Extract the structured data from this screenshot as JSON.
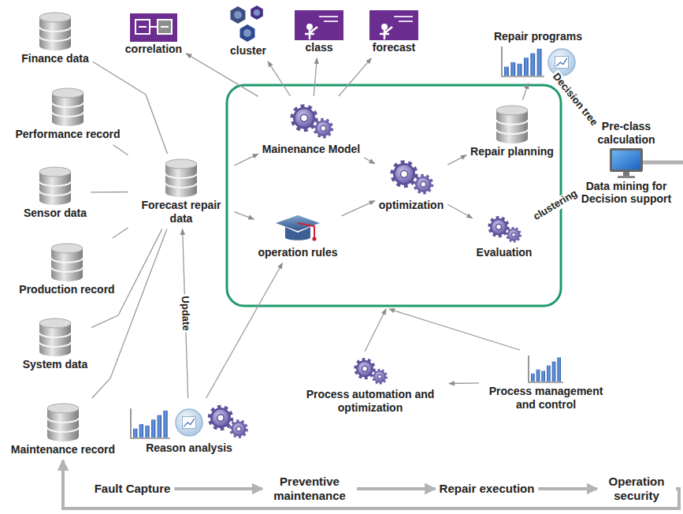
{
  "diagram": {
    "nodes": [
      {
        "text": [
          "Finance  data"
        ]
      },
      {
        "text": [
          "correlation"
        ]
      },
      {
        "text": [
          "cluster"
        ]
      },
      {
        "text": [
          "class"
        ]
      },
      {
        "text": [
          "forecast"
        ]
      },
      {
        "text": [
          "Repair programs"
        ]
      },
      {
        "text": [
          "Performance record"
        ]
      },
      {
        "text": [
          "Mainenance Model"
        ]
      },
      {
        "text": [
          "Repair planning"
        ]
      },
      {
        "text": [
          "Pre-class calculation",
          "Data mining for Decision support"
        ]
      },
      {
        "text": [
          "Sensor data"
        ]
      },
      {
        "text": [
          "Forecast repair data"
        ]
      },
      {
        "text": [
          "optimization"
        ]
      },
      {
        "text": [
          "operation rules"
        ]
      },
      {
        "text": [
          "Evaluation"
        ]
      },
      {
        "text": [
          "Production  record"
        ]
      },
      {
        "text": [
          "System data"
        ]
      },
      {
        "text": [
          "Process automation and optimization"
        ]
      },
      {
        "text": [
          "Process management and control"
        ]
      },
      {
        "text": [
          "Maintenance record"
        ]
      },
      {
        "text": [
          "Reason analysis"
        ]
      },
      {
        "text": [
          "Fault Capture"
        ]
      },
      {
        "text": [
          "Preventive maintenance"
        ]
      },
      {
        "text": [
          "Repair execution"
        ]
      },
      {
        "text": [
          "Operation security"
        ]
      }
    ],
    "edges": [
      {
        "from": 0,
        "to": 11,
        "arrow": "none"
      },
      {
        "from": 6,
        "to": 11,
        "arrow": "none"
      },
      {
        "from": 10,
        "to": 11,
        "arrow": "none"
      },
      {
        "from": 15,
        "to": 11,
        "arrow": "none"
      },
      {
        "from": 16,
        "to": 11,
        "arrow": "none"
      },
      {
        "from": 19,
        "to": 11,
        "arrow": "none"
      },
      {
        "from": 11,
        "to": 7,
        "arrow": "to"
      },
      {
        "from": 11,
        "to": 13,
        "arrow": "to"
      },
      {
        "from": 7,
        "to": 1,
        "arrow": "to"
      },
      {
        "from": 7,
        "to": 2,
        "arrow": "to"
      },
      {
        "from": 7,
        "to": 3,
        "arrow": "to"
      },
      {
        "from": 7,
        "to": 4,
        "arrow": "to"
      },
      {
        "from": 7,
        "to": 12,
        "arrow": "to"
      },
      {
        "from": 13,
        "to": 12,
        "arrow": "to"
      },
      {
        "from": 12,
        "to": 8,
        "arrow": "to"
      },
      {
        "from": 12,
        "to": 14,
        "arrow": "to"
      },
      {
        "from": 8,
        "to": 5,
        "arrow": "to"
      },
      {
        "from": 5,
        "to": 9,
        "label": "Decision tree",
        "arrow": "to"
      },
      {
        "from": 9,
        "to": 14,
        "label": "clustering",
        "arrow": "both"
      },
      {
        "from": 20,
        "to": 11,
        "label": "Update",
        "arrow": "to"
      },
      {
        "from": 20,
        "to": 13,
        "arrow": "to"
      },
      {
        "from": 18,
        "to": 17,
        "arrow": "to"
      },
      {
        "from": 21,
        "to": 22,
        "arrow": "to"
      },
      {
        "from": 22,
        "to": 23,
        "arrow": "to"
      },
      {
        "from": 23,
        "to": 24,
        "arrow": "to"
      },
      {
        "from": 24,
        "to": 19,
        "arrow": "to"
      }
    ]
  }
}
